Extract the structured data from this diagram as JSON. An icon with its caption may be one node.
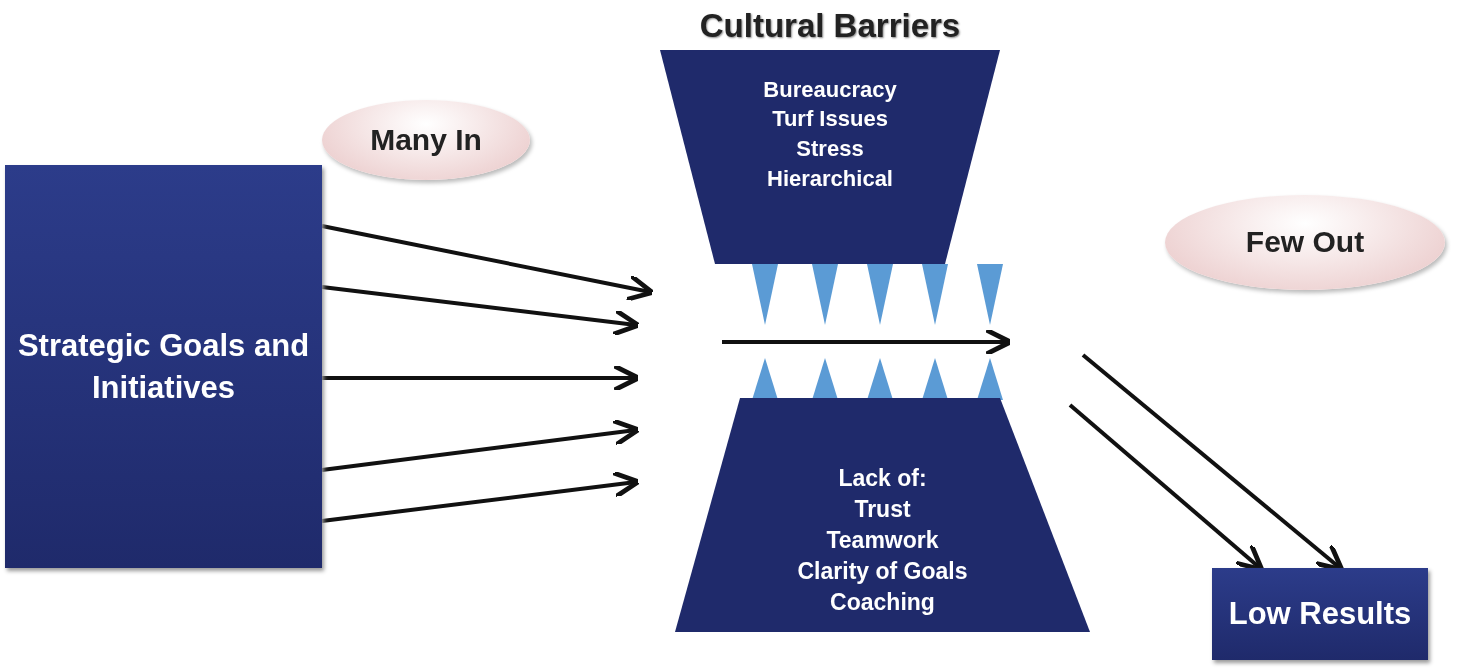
{
  "diagram": {
    "nodes": [
      {
        "text": [
          "Strategic Goals and Initiatives"
        ]
      },
      {
        "text": [
          "Many In"
        ]
      },
      {
        "text": [
          "Cultural Barriers",
          "Bureaucracy",
          "Turf Issues",
          "Stress",
          "Hierarchical"
        ]
      },
      {
        "text": [
          "Lack of:",
          "Trust",
          "Teamwork",
          "Clarity of Goals",
          "Coaching"
        ]
      },
      {
        "text": [
          "Few Out"
        ]
      },
      {
        "text": [
          "Low Results"
        ]
      }
    ],
    "edges": [
      {
        "from": 0,
        "to": null,
        "arrow": "to"
      },
      {
        "from": 0,
        "to": null,
        "arrow": "to"
      },
      {
        "from": 0,
        "to": null,
        "arrow": "to"
      },
      {
        "from": 0,
        "to": null,
        "arrow": "to"
      },
      {
        "from": 0,
        "to": null,
        "arrow": "to"
      },
      {
        "from": null,
        "to": 5,
        "arrow": "to"
      },
      {
        "from": null,
        "to": 5,
        "arrow": "to"
      }
    ]
  }
}
